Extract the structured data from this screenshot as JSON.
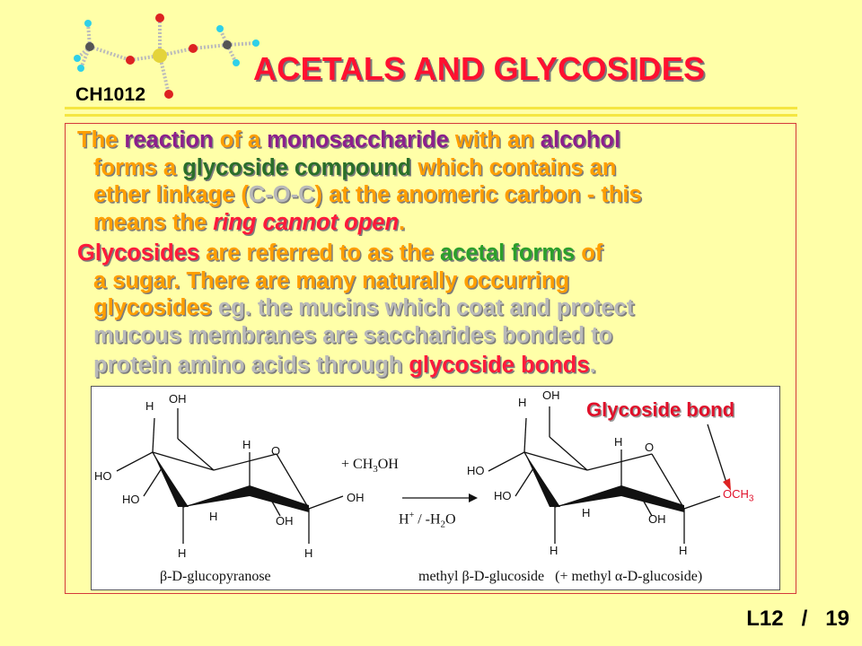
{
  "header": {
    "course_code": "CH1012",
    "title": "ACETALS AND GLYCOSIDES"
  },
  "paragraph1": {
    "line1": [
      {
        "text": "The ",
        "color": "orange"
      },
      {
        "text": "reaction",
        "color": "purple"
      },
      {
        "text": " of a ",
        "color": "orange"
      },
      {
        "text": "monosaccharide",
        "color": "purple"
      },
      {
        "text": " with an ",
        "color": "orange"
      },
      {
        "text": "alcohol",
        "color": "purple"
      }
    ],
    "line2": [
      {
        "text": "forms a ",
        "color": "orange"
      },
      {
        "text": "glycoside compound",
        "color": "dkgreen"
      },
      {
        "text": " which contains an",
        "color": "orange"
      }
    ],
    "line3": [
      {
        "text": "ether linkage (",
        "color": "orange"
      },
      {
        "text": "C-O-C",
        "color": "gray"
      },
      {
        "text": ") at the anomeric carbon - this",
        "color": "orange"
      }
    ],
    "line4": [
      {
        "text": "means the ",
        "color": "orange"
      },
      {
        "text": "ring cannot open",
        "color": "red"
      },
      {
        "text": ".",
        "color": "orange"
      }
    ]
  },
  "paragraph2": {
    "line1": [
      {
        "text": "Glycosides",
        "color": "red"
      },
      {
        "text": " are referred to as the ",
        "color": "orange"
      },
      {
        "text": "acetal forms",
        "color": "green"
      },
      {
        "text": " of",
        "color": "orange"
      }
    ],
    "line2": [
      {
        "text": "a sugar. There are many naturally occurring",
        "color": "orange"
      }
    ],
    "line3": [
      {
        "text": "glycosides",
        "color": "orange"
      },
      {
        "text": " eg. the mucins which coat and protect",
        "color": "gray"
      }
    ],
    "line4": [
      {
        "text": "mucous membranes are saccharides bonded to",
        "color": "gray"
      }
    ],
    "line5": [
      {
        "text": "protein amino acids through ",
        "color": "gray"
      },
      {
        "text": "glycoside bonds",
        "color": "red"
      },
      {
        "text": ".",
        "color": "gray"
      }
    ]
  },
  "diagram": {
    "left_labels": {
      "h_top": "H",
      "oh_top": "OH",
      "ho_left": "HO",
      "ho_mid": "HO",
      "h_ring": "H",
      "o_ring": "O",
      "oh_right": "OH",
      "h_dot": "H",
      "oh_bottom": "OH",
      "h_bottom_left": "H",
      "h_bottom_right": "H"
    },
    "reagent": "+ CH",
    "reagent_sub": "3",
    "reagent_end": "OH",
    "catalyst_h": "H",
    "catalyst_sup": "+",
    "catalyst_mid": " / -H",
    "catalyst_sub": "2",
    "catalyst_end": "O",
    "left_name": "β-D-glucopyranose",
    "right_labels": {
      "h_top": "H",
      "oh_top": "OH",
      "ho_left": "HO",
      "ho_mid": "HO",
      "h_ring": "H",
      "o_ring": "O",
      "och": "OCH",
      "och_sub": "3",
      "h_dot": "H",
      "oh_bottom": "OH",
      "h_bottom_left": "H",
      "h_bottom_right": "H"
    },
    "right_name": "methyl β-D-glucoside   (+ methyl α-D-glucoside)",
    "glycoside_bond_label": "Glycoside bond"
  },
  "footer": {
    "lecture": "L12",
    "separator": "/",
    "page": "19"
  },
  "colors": {
    "background": "#ffffa8",
    "title": "#ff1030",
    "orange": "#ff9e00",
    "purple": "#8c1f8c",
    "green": "#2b9f2b",
    "red": "#ff1a3a"
  }
}
